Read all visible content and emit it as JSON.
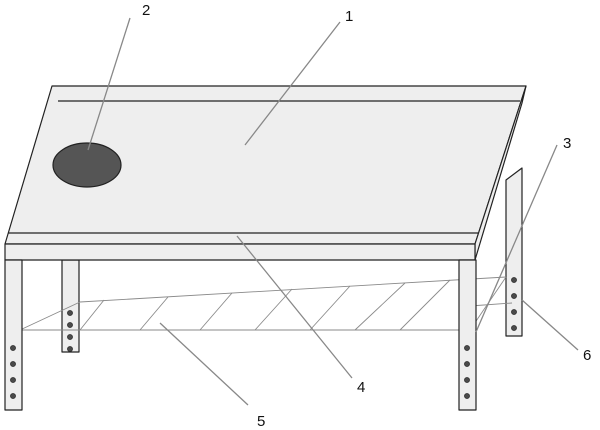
{
  "figure": {
    "colors": {
      "line": "#222222",
      "surface": "#eeeeee",
      "hole_fill": "#555555",
      "leader": "#888888",
      "grid": "#8a8a8a"
    },
    "callouts": [
      {
        "label": "1",
        "part": "tabletop"
      },
      {
        "label": "2",
        "part": "top-hole"
      },
      {
        "label": "3",
        "part": "rear-leg"
      },
      {
        "label": "4",
        "part": "front-edge-rail"
      },
      {
        "label": "5",
        "part": "lower-shelf-grid"
      },
      {
        "label": "6",
        "part": "leg-adjustment-holes"
      }
    ]
  }
}
